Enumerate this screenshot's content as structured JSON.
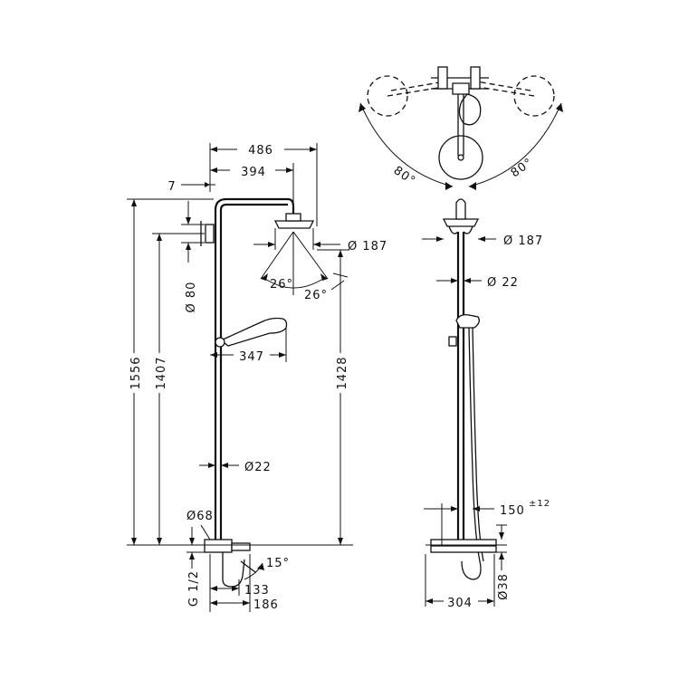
{
  "side_view": {
    "dim_width_total": "486",
    "dim_arm": "394",
    "dim_offset": "7",
    "dim_total_height": "1556",
    "dim_bracket_height": "1407",
    "dim_bracket_dia": "Ø 80",
    "dim_head_dia": "Ø 187",
    "dim_angle_left": "26°",
    "dim_angle_right": "26°",
    "dim_hand_shower": "347",
    "dim_head_height": "1428",
    "dim_pipe": "Ø22",
    "dim_mixer": "Ø68",
    "dim_thread": "G 1/2",
    "dim_spout_angle": "15°",
    "dim_spout_133": "133",
    "dim_spout_186": "186"
  },
  "front_view": {
    "dim_head_dia": "Ø 187",
    "dim_pipe": "Ø 22",
    "dim_adjust": "150",
    "dim_adjust_tol": "±12",
    "dim_mixer_dia": "Ø38",
    "dim_width": "304"
  },
  "top_view": {
    "angle_left": "80°",
    "angle_right": "80°"
  }
}
